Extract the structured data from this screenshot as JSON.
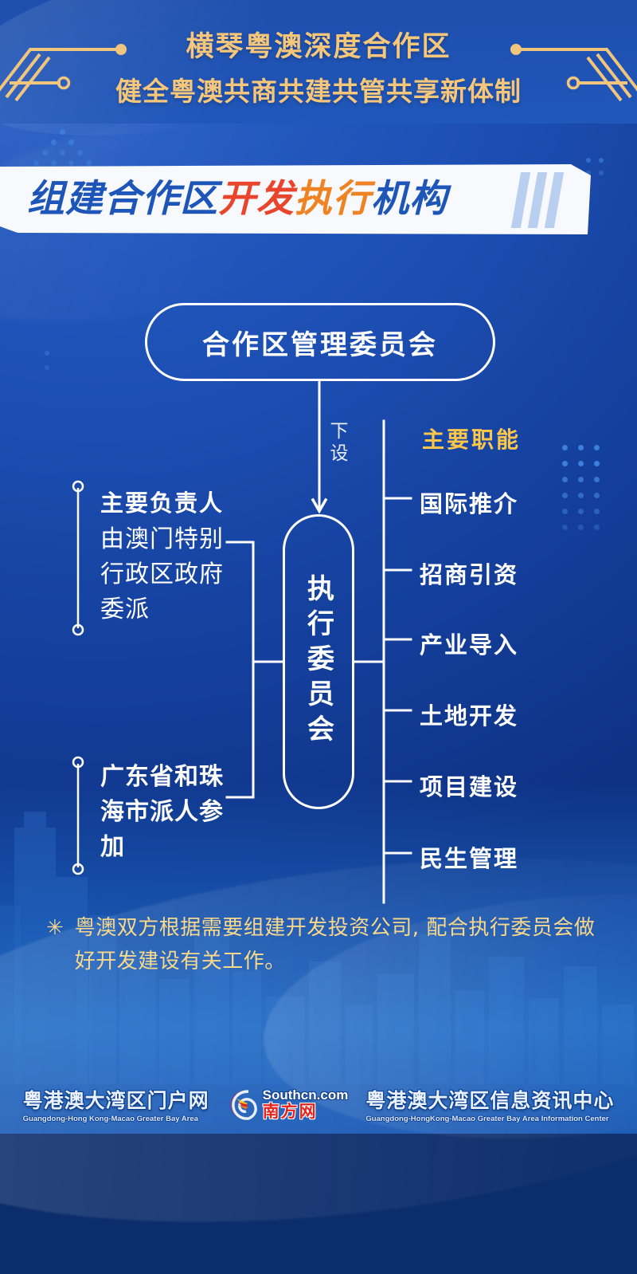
{
  "header": {
    "title": "横琴粤澳深度合作区",
    "subtitle": "健全粤澳共商共建共管共享新体制",
    "decor_left_icon": "circuit-line-decoration",
    "decor_right_icon": "circuit-line-decoration"
  },
  "banner": {
    "segment1": "组建合作区",
    "segment2": "开发",
    "segment3": "执行",
    "segment4": "机构",
    "color_blue": "#1d56b8",
    "color_red": "#e8452c",
    "color_orange": "#ef8324"
  },
  "chart": {
    "top_node": "合作区管理委员会",
    "connector_label": "下设",
    "exec_node": "执行委员会",
    "left_groups": [
      {
        "heading": "主要负责人",
        "body": "由澳门特别行政区政府委派",
        "bold": false
      },
      {
        "heading": "",
        "body": "广东省和珠海市派人参加",
        "bold": true
      }
    ],
    "functions_title": "主要职能",
    "functions": [
      "国际推介",
      "招商引资",
      "产业导入",
      "土地开发",
      "项目建设",
      "民生管理"
    ]
  },
  "note": {
    "marker": "✳",
    "text": "粤澳双方根据需要组建开发投资公司, 配合执行委员会做好开发建设有关工作。"
  },
  "footer": {
    "logo_left_cn": "粤港澳大湾区门户网",
    "logo_left_en": "Guangdong-Hong Kong-Macao Greater Bay Area",
    "logo_mid_com": "Southcn.com",
    "logo_mid_cn": "南方网",
    "logo_right_cn": "粤港澳大湾区信息资讯中心",
    "logo_right_en": "Guangdong-HongKong-Macao Greater Bay Area Information Center"
  },
  "colors": {
    "background_blue": "#1e51b6",
    "gold": "#f6c77a",
    "accent_yellow": "#fbc64a",
    "white": "#ffffff"
  }
}
